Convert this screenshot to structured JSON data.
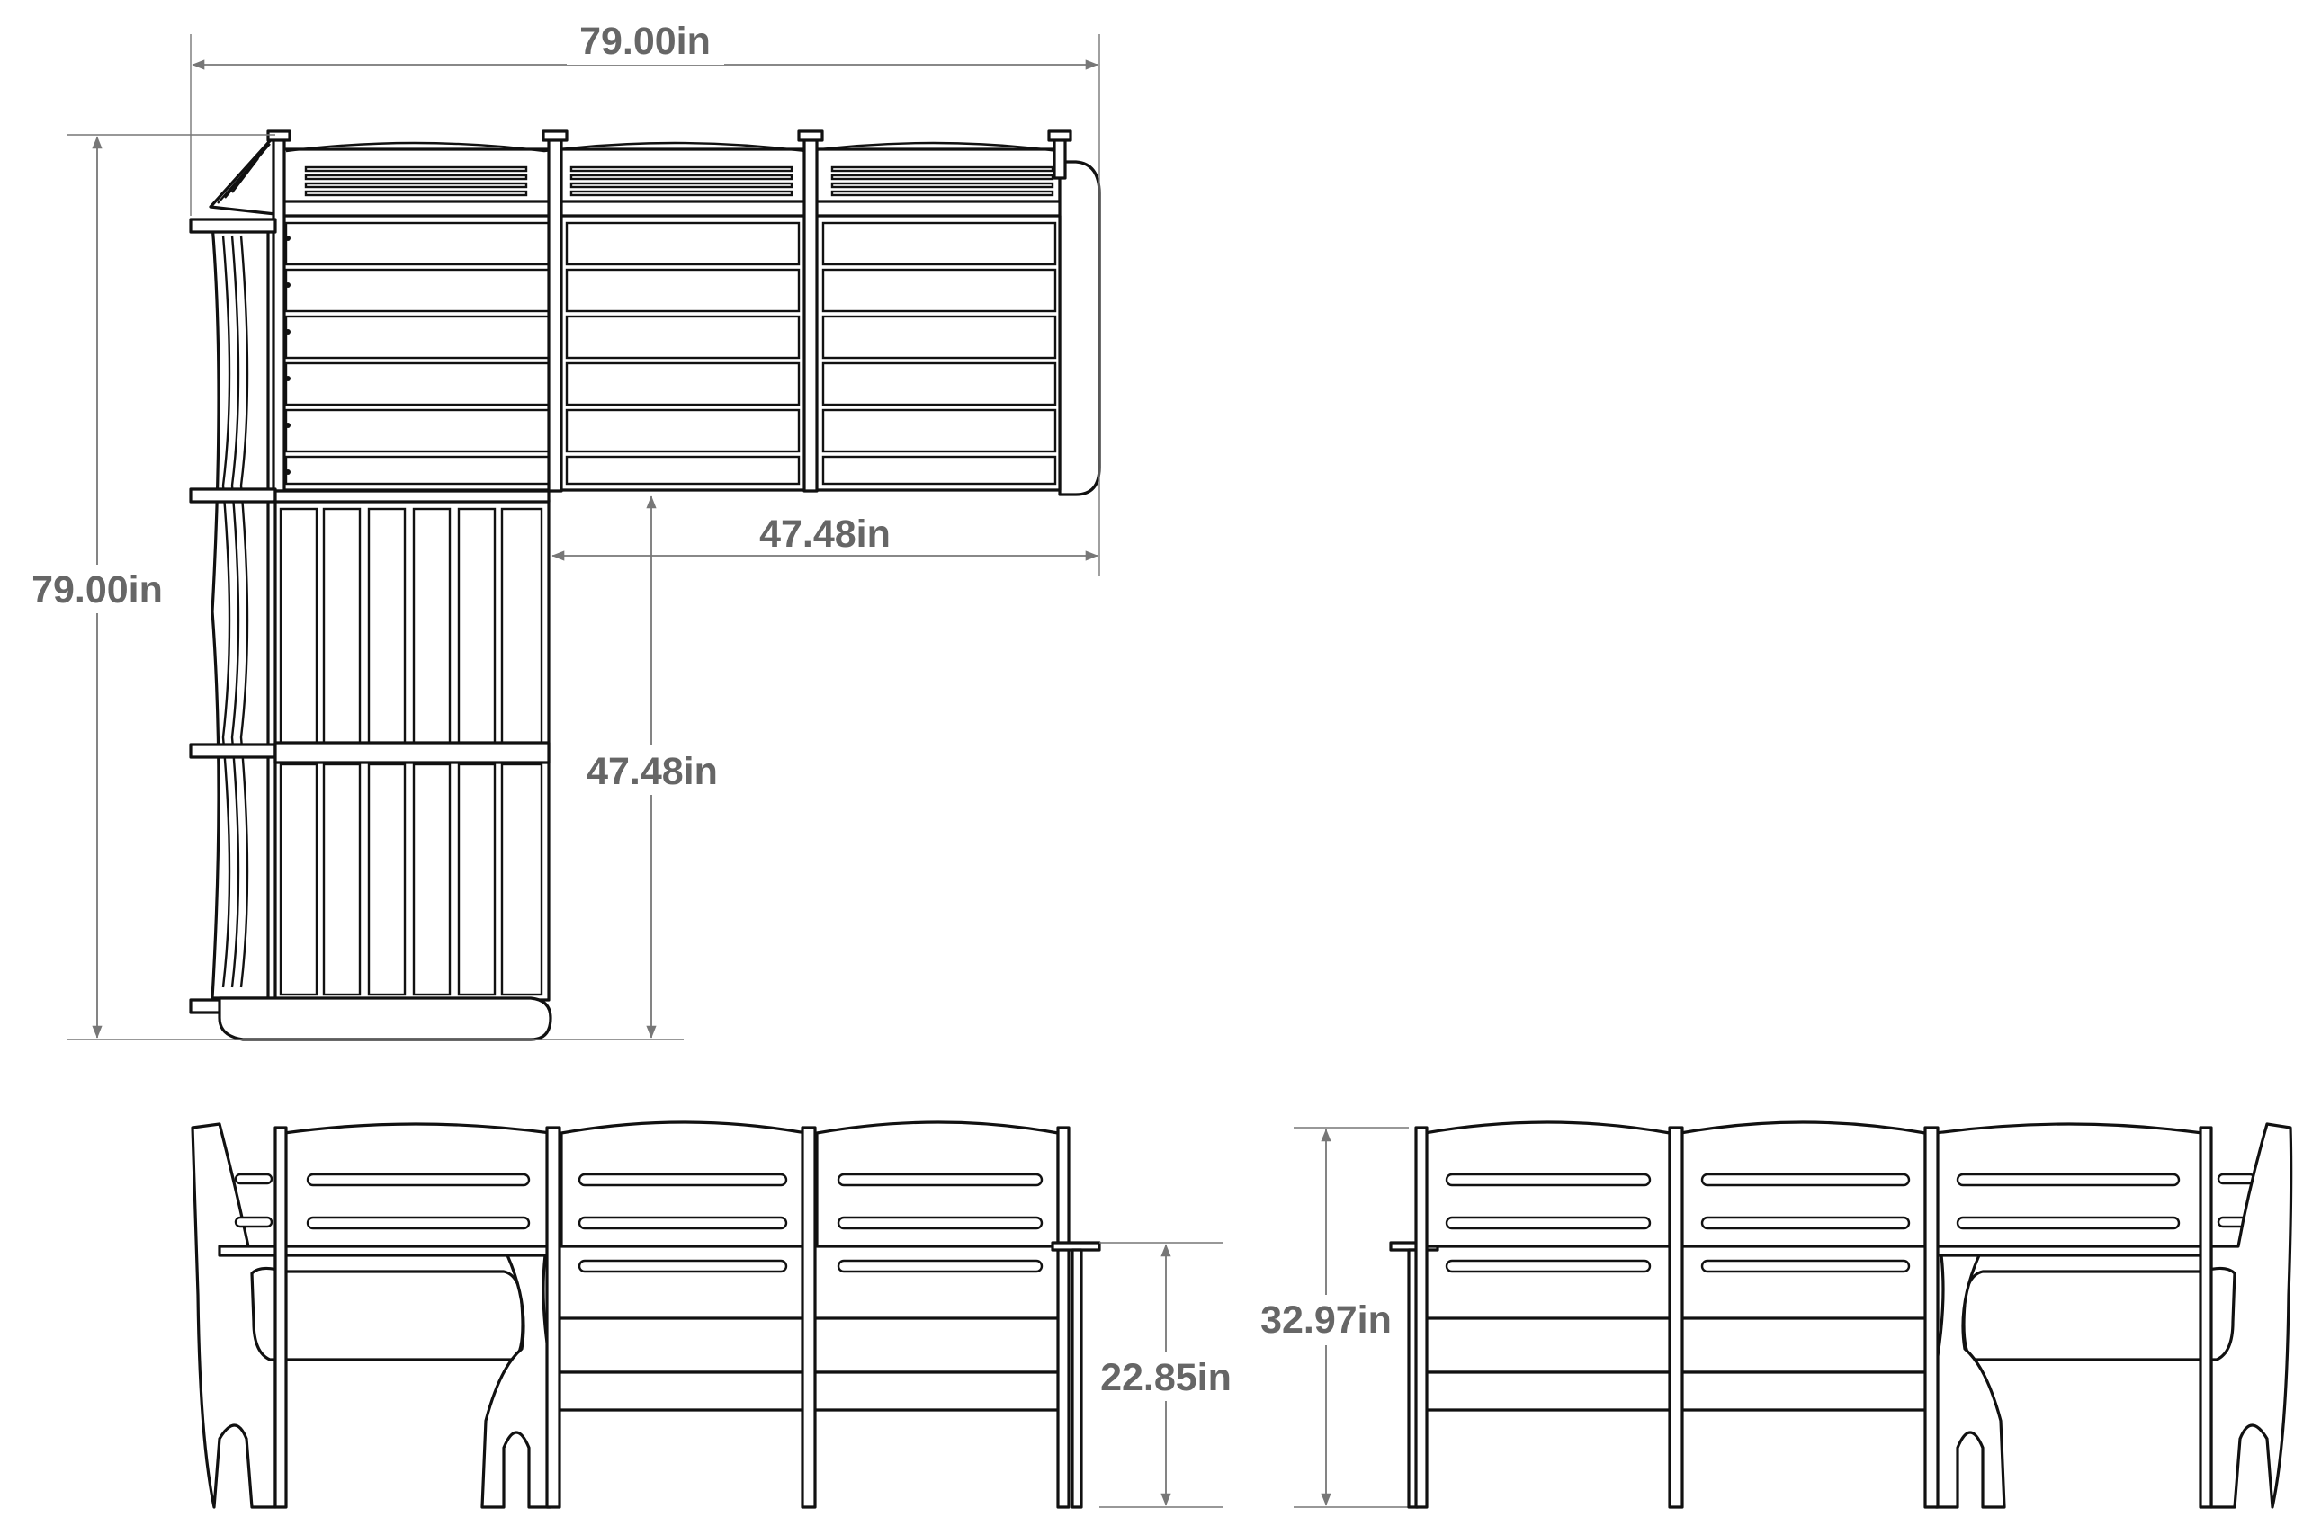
{
  "dimensions": {
    "top_overall_width": "79.00in",
    "left_overall_depth": "79.00in",
    "right_section_length": "47.48in",
    "lower_section_length": "47.48in",
    "seat_height": "22.85in",
    "overall_height": "32.97in"
  },
  "colors": {
    "line": "#111111",
    "dimension": "#777777",
    "dimension_text": "#666666",
    "background": "#ffffff"
  }
}
